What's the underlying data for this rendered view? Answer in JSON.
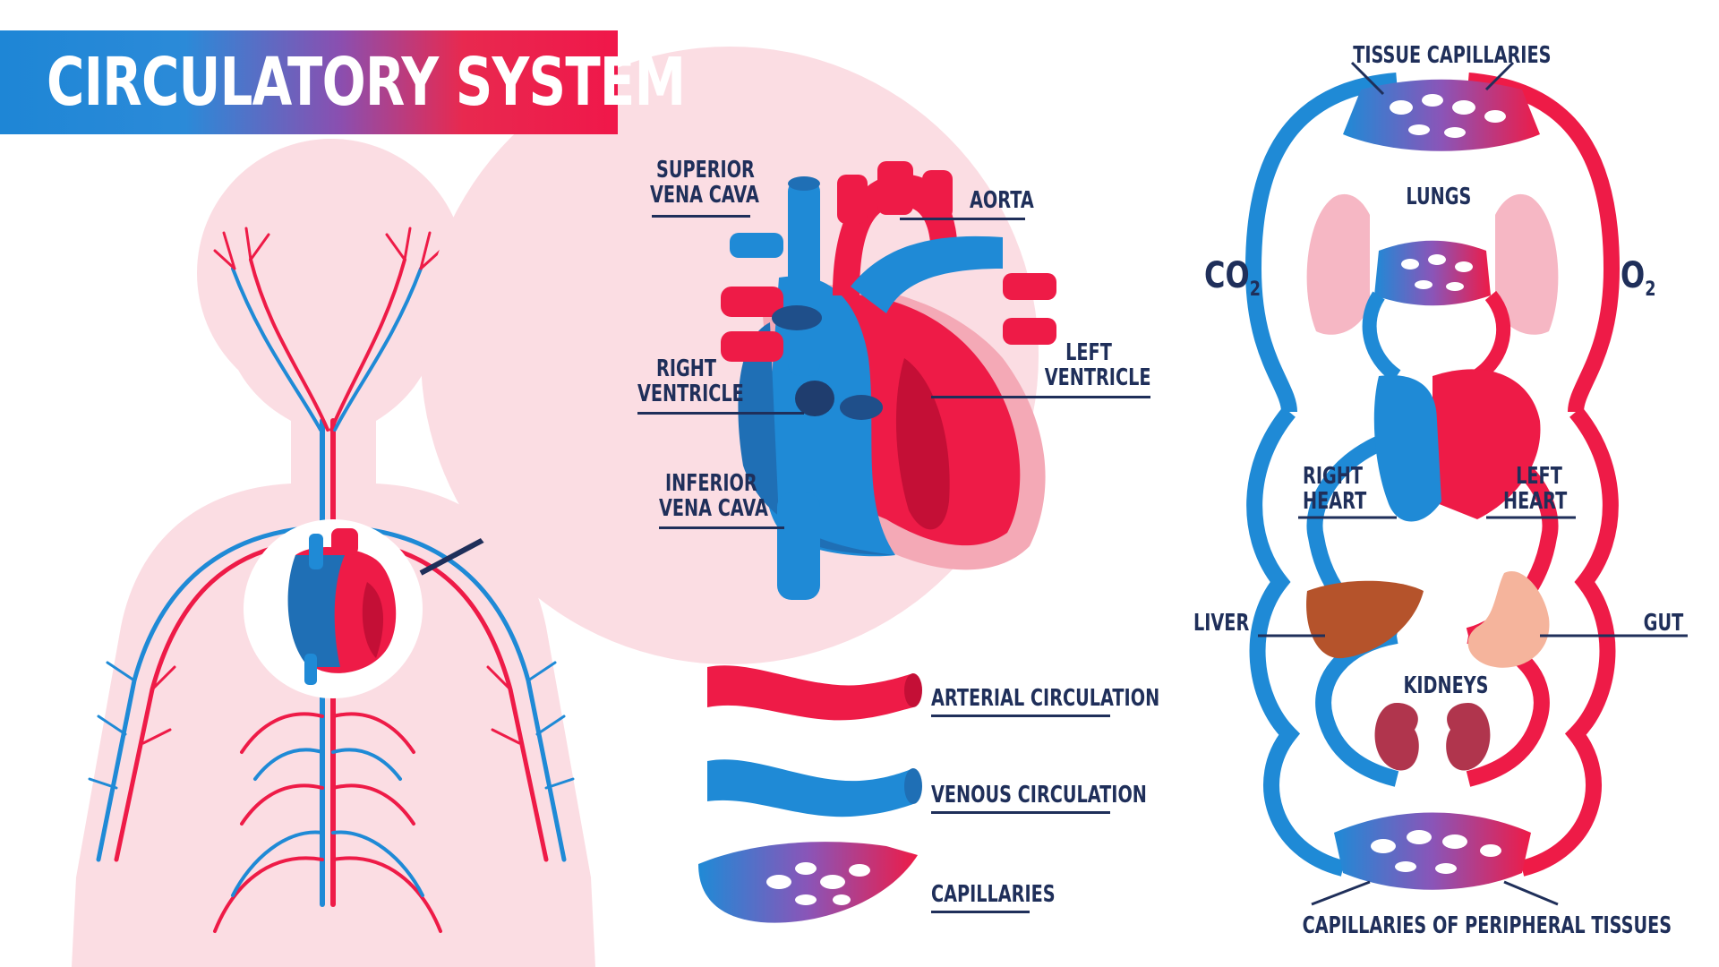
{
  "title": "CIRCULATORY SYSTEM",
  "heart_labels": {
    "superior_vena_cava_line1": "SUPERIOR",
    "superior_vena_cava_line2": "VENA CAVA",
    "aorta": "AORTA",
    "right_ventricle_line1": "RIGHT",
    "right_ventricle_line2": "VENTRICLE",
    "left_ventricle_line1": "LEFT",
    "left_ventricle_line2": "VENTRICLE",
    "inferior_vena_cava_line1": "INFERIOR",
    "inferior_vena_cava_line2": "VENA CAVA"
  },
  "legend": {
    "arterial": "ARTERIAL CIRCULATION",
    "venous": "VENOUS CIRCULATION",
    "capillaries": "CAPILLARIES"
  },
  "circuit_labels": {
    "tissue_capillaries": "TISSUE CAPILLARIES",
    "lungs": "LUNGS",
    "co2": "CO",
    "co2_sub": "2",
    "o2": "O",
    "o2_sub": "2",
    "right_heart_line1": "RIGHT",
    "right_heart_line2": "HEART",
    "left_heart_line1": "LEFT",
    "left_heart_line2": "HEART",
    "liver": "LIVER",
    "gut": "GUT",
    "kidneys": "KIDNEYS",
    "peripheral": "CAPILLARIES OF PERIPHERAL TISSUES"
  },
  "colors": {
    "artery": "#ee1b47",
    "vein": "#1f8ad6",
    "body": "#fbdde3",
    "text": "#1f2f5a"
  }
}
